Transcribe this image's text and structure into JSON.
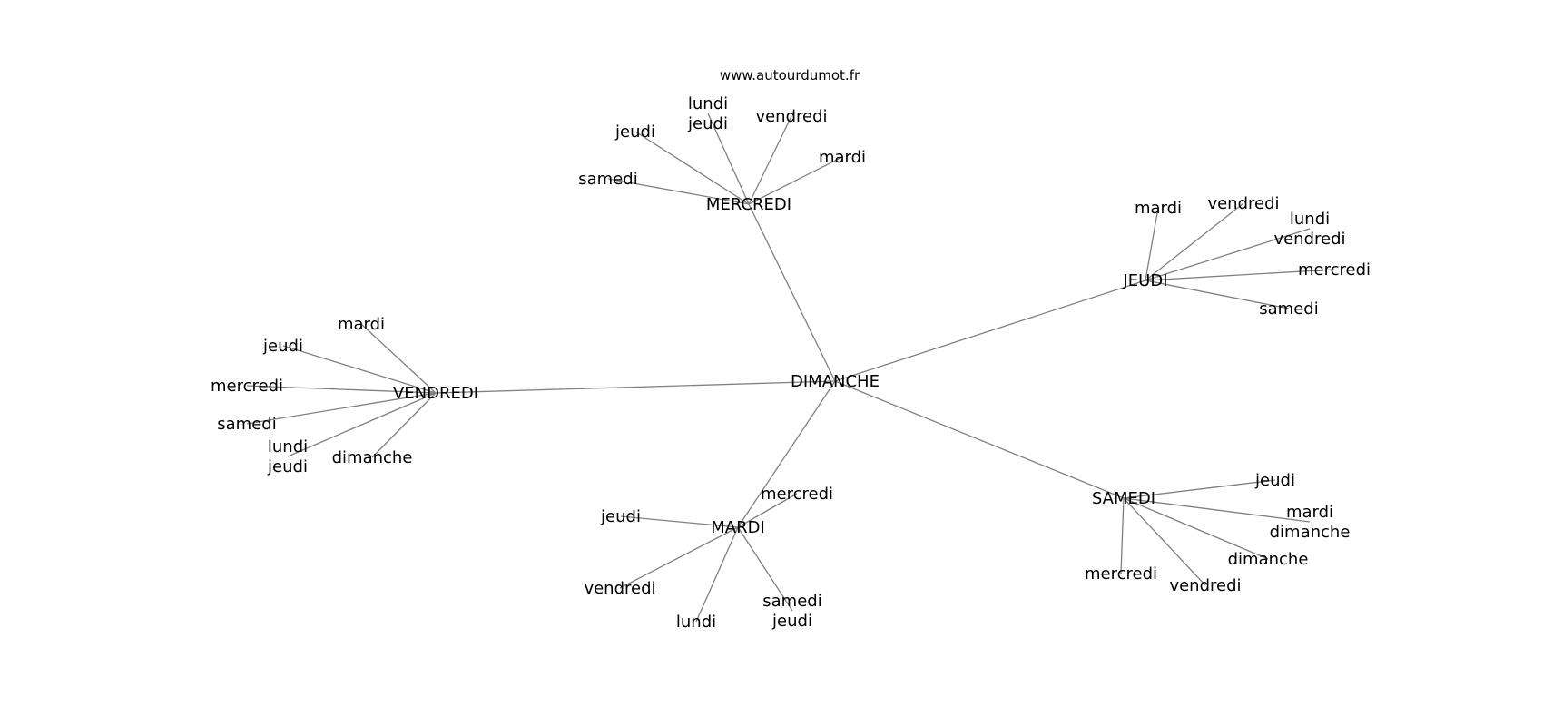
{
  "watermark": "www.autourdumot.fr",
  "center": "DIMANCHE",
  "hubs": [
    {
      "key": "mercredi",
      "label": "MERCREDI",
      "leaves": [
        [
          "jeudi"
        ],
        [
          "lundi",
          "jeudi"
        ],
        [
          "vendredi"
        ],
        [
          "mardi"
        ],
        [
          "samedi"
        ]
      ]
    },
    {
      "key": "jeudi",
      "label": "JEUDI",
      "leaves": [
        [
          "mardi"
        ],
        [
          "vendredi"
        ],
        [
          "lundi",
          "vendredi"
        ],
        [
          "mercredi"
        ],
        [
          "samedi"
        ]
      ]
    },
    {
      "key": "vendredi",
      "label": "VENDREDI",
      "leaves": [
        [
          "mardi"
        ],
        [
          "jeudi"
        ],
        [
          "mercredi"
        ],
        [
          "samedi"
        ],
        [
          "lundi",
          "jeudi"
        ],
        [
          "dimanche"
        ]
      ]
    },
    {
      "key": "mardi",
      "label": "MARDI",
      "leaves": [
        [
          "jeudi"
        ],
        [
          "mercredi"
        ],
        [
          "vendredi"
        ],
        [
          "lundi"
        ],
        [
          "samedi",
          "jeudi"
        ]
      ]
    },
    {
      "key": "samedi",
      "label": "SAMEDI",
      "leaves": [
        [
          "jeudi"
        ],
        [
          "mardi",
          "dimanche"
        ],
        [
          "dimanche"
        ],
        [
          "vendredi"
        ],
        [
          "mercredi"
        ]
      ]
    }
  ]
}
